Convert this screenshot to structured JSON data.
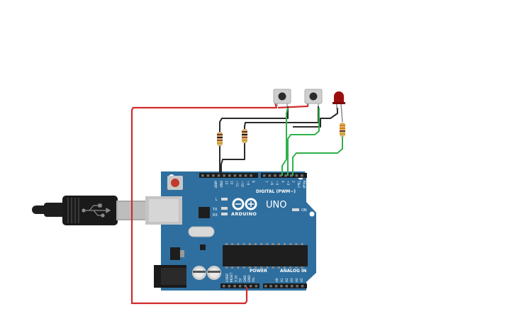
{
  "board": {
    "brand": "ARDUINO",
    "model": "UNO",
    "digital_label": "DIGITAL (PWM~)",
    "power_label": "POWER",
    "analog_label": "ANALOG IN",
    "on_label": "ON",
    "led_l": "L",
    "led_tx": "TX",
    "led_rx": "RX",
    "colors": {
      "pcb": "#2f6f9f",
      "header": "#1c1c1c",
      "chip": "#1e1e1e"
    }
  },
  "digital_pins": [
    "AREF",
    "GND",
    "13",
    "12",
    "~11",
    "~10",
    "~9",
    "8",
    "7",
    "~6",
    "~5",
    "4",
    "~3",
    "2",
    "TX▸1",
    "RX◂0"
  ],
  "power_pins": [
    "IOREF",
    "RESET",
    "3.3V",
    "5V",
    "GND",
    "GND",
    "Vin"
  ],
  "analog_pins": [
    "A0",
    "A1",
    "A2",
    "A3",
    "A4",
    "A5"
  ],
  "wires": {
    "power_color": "#d12b2b",
    "signal_color": "#2fb24a",
    "ground_color": "#2a2a2a"
  },
  "components": {
    "buttons": [
      "pushbutton-1",
      "pushbutton-2"
    ],
    "resistors": [
      "resistor-1",
      "resistor-2",
      "resistor-3"
    ],
    "led_color": "#9e0c0c"
  }
}
